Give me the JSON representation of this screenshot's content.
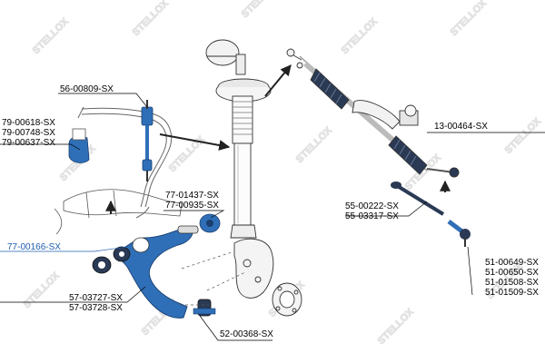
{
  "colors": {
    "highlight": "#1f5fb0",
    "part_blue": "#2f6fb8",
    "part_dark": "#2a3a55",
    "outline": "#333333",
    "watermark": "#d6d6d6"
  },
  "watermark": {
    "brand": "STELLOX"
  },
  "callouts": {
    "c56": {
      "codes": [
        "56-00809-SX"
      ]
    },
    "c79": {
      "codes": [
        "79-00618-SX",
        "79-00748-SX",
        "79-00637-SX"
      ]
    },
    "c77a": {
      "codes": [
        "77-01437-SX",
        "77-00935-SX"
      ]
    },
    "c77b": {
      "codes": [
        "77-00166-SX"
      ],
      "highlighted": true
    },
    "c57": {
      "codes": [
        "57-03727-SX",
        "57-03728-SX"
      ]
    },
    "c52": {
      "codes": [
        "52-00368-SX"
      ]
    },
    "c13": {
      "codes": [
        "13-00464-SX"
      ]
    },
    "c55": {
      "codes": [
        "55-00222-SX",
        "55-03317-SX"
      ]
    },
    "c51": {
      "codes": [
        "51-00649-SX",
        "51-00650-SX",
        "51-01508-SX",
        "51-01509-SX"
      ]
    }
  }
}
